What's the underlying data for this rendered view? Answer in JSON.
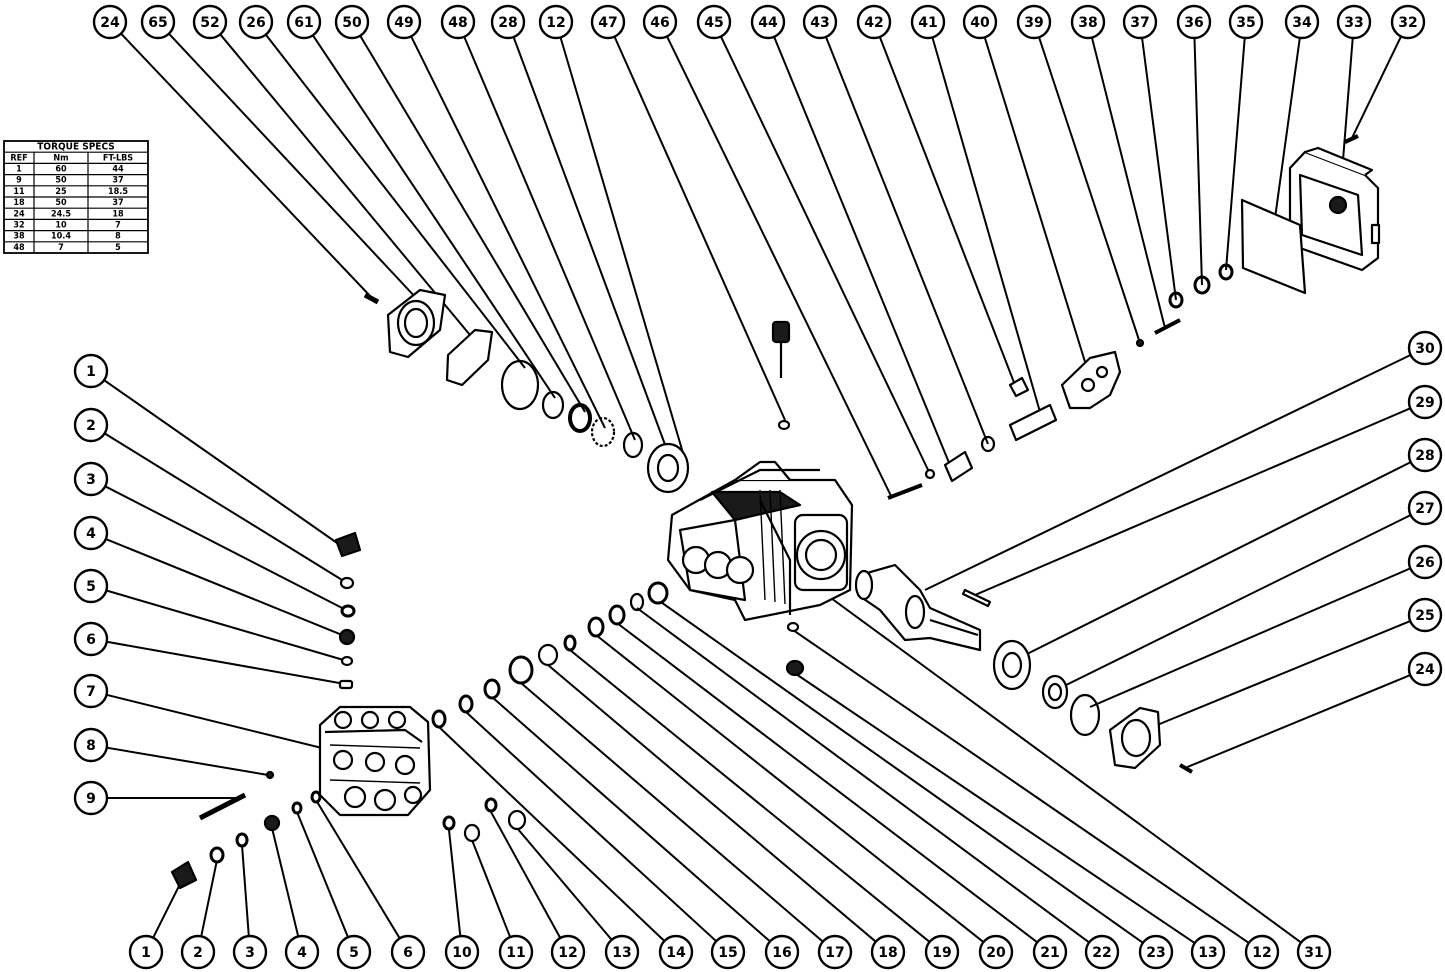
{
  "torque_specs": {
    "title": "TORQUE SPECS",
    "headers": [
      "REF",
      "Nm",
      "FT-LBS"
    ],
    "rows": [
      [
        "1",
        "60",
        "44"
      ],
      [
        "9",
        "50",
        "37"
      ],
      [
        "11",
        "25",
        "18.5"
      ],
      [
        "18",
        "50",
        "37"
      ],
      [
        "24",
        "24.5",
        "18"
      ],
      [
        "32",
        "10",
        "7"
      ],
      [
        "38",
        "10.4",
        "8"
      ],
      [
        "48",
        "7",
        "5"
      ]
    ]
  },
  "callouts_top": [
    "24",
    "65",
    "52",
    "26",
    "61",
    "50",
    "49",
    "48",
    "28",
    "12",
    "47",
    "46",
    "45",
    "44",
    "43",
    "42",
    "41",
    "40",
    "39",
    "38",
    "37",
    "36",
    "35",
    "34",
    "33",
    "32"
  ],
  "callouts_bottom": [
    "1",
    "2",
    "3",
    "4",
    "5",
    "6",
    "10",
    "11",
    "12",
    "13",
    "14",
    "15",
    "16",
    "17",
    "18",
    "19",
    "20",
    "21",
    "22",
    "23",
    "13",
    "12",
    "31"
  ],
  "callouts_left": [
    "1",
    "2",
    "3",
    "4",
    "5",
    "6",
    "7",
    "8",
    "9"
  ],
  "callouts_right": [
    "30",
    "29",
    "28",
    "27",
    "26",
    "25",
    "24"
  ],
  "colors": {
    "line": "#000000",
    "background": "#ffffff",
    "part_fill": "#ffffff",
    "dark_fill": "#1a1a1a"
  }
}
